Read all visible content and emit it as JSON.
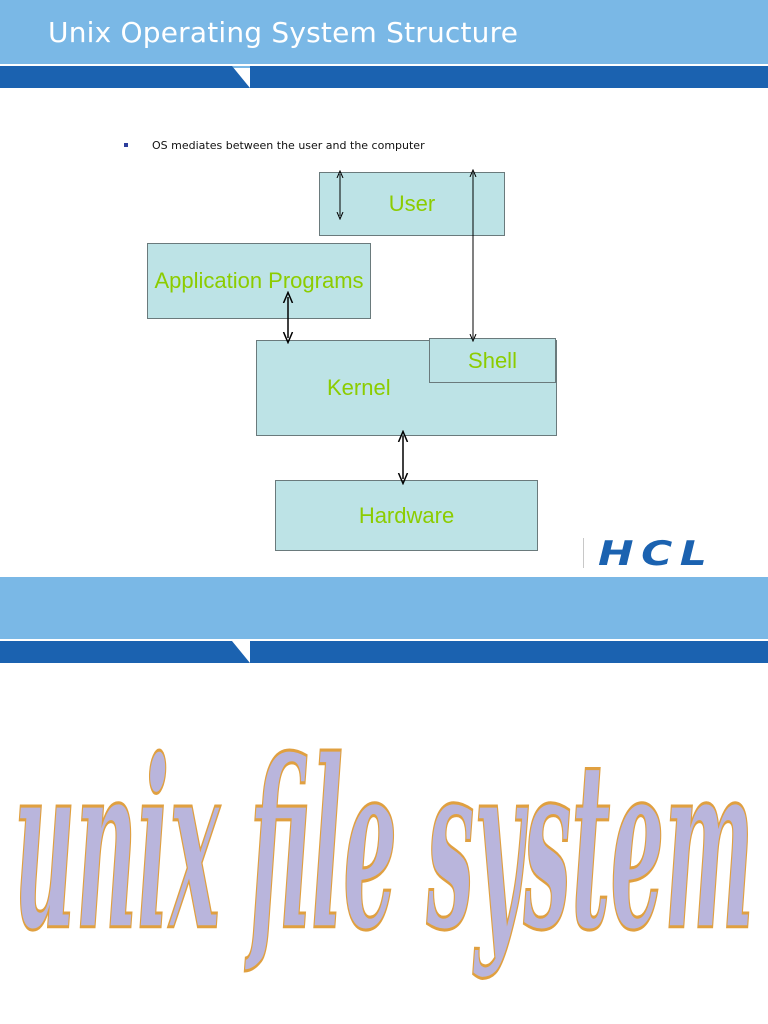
{
  "slide1": {
    "title": "Unix Operating System Structure",
    "bullet": "OS mediates between the user and the computer",
    "boxes": {
      "user": "User",
      "apps": "Application Programs",
      "kernel": "Kernel",
      "shell": "Shell",
      "hardware": "Hardware"
    },
    "logo": "HCL"
  },
  "slide2": {
    "wordart": "unix file system"
  },
  "colors": {
    "header_light": "#7ab8e6",
    "header_dark": "#1b62b0",
    "box_fill": "#bde3e6",
    "box_text": "#8ccc00",
    "wordart_fill": "#b9b5dc",
    "wordart_stroke": "#e0a040"
  }
}
